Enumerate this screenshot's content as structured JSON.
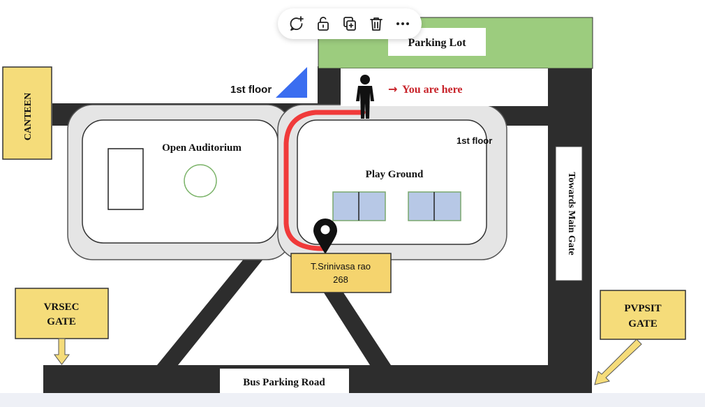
{
  "toolbar": {
    "buttons": [
      {
        "name": "add-comment-icon"
      },
      {
        "name": "unlock-icon"
      },
      {
        "name": "duplicate-icon"
      },
      {
        "name": "delete-icon"
      },
      {
        "name": "more-options-icon"
      }
    ]
  },
  "map": {
    "parking_lot": "Parking Lot",
    "canteen": "CANTEEN",
    "open_auditorium": "Open Auditorium",
    "play_ground": "Play Ground",
    "towards_main_gate": "Towards Main Gate",
    "vrsec_gate": [
      "VRSEC",
      "GATE"
    ],
    "pvpsit_gate": [
      "PVPSIT",
      "GATE"
    ],
    "bus_parking_road": "Bus Parking Road",
    "you_are_here": "You are here",
    "first_floor_left": "1st floor",
    "first_floor_right": "1st floor",
    "destination": [
      "T.Srinivasa rao",
      "268"
    ]
  },
  "colors": {
    "route": "#f03a3a",
    "parking_lot": "#9ccc7e",
    "gate_label": "#f5dc7a",
    "road": "#2d2d2d",
    "block": "#e5e5e5",
    "pitch": "#b7c8e6",
    "floor_marker": "#3a6df0",
    "you_are_here": "#c8232a"
  }
}
